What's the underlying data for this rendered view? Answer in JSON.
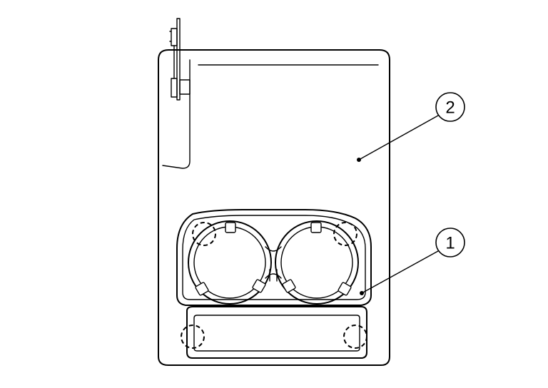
{
  "callouts": [
    {
      "label": "1",
      "part": "cup-holder-assembly"
    },
    {
      "label": "2",
      "part": "console-panel"
    }
  ],
  "colors": {
    "line": "#000000",
    "background": "#ffffff"
  },
  "icons": [
    "bracket-icon",
    "dashed-clip-marker-icon"
  ]
}
